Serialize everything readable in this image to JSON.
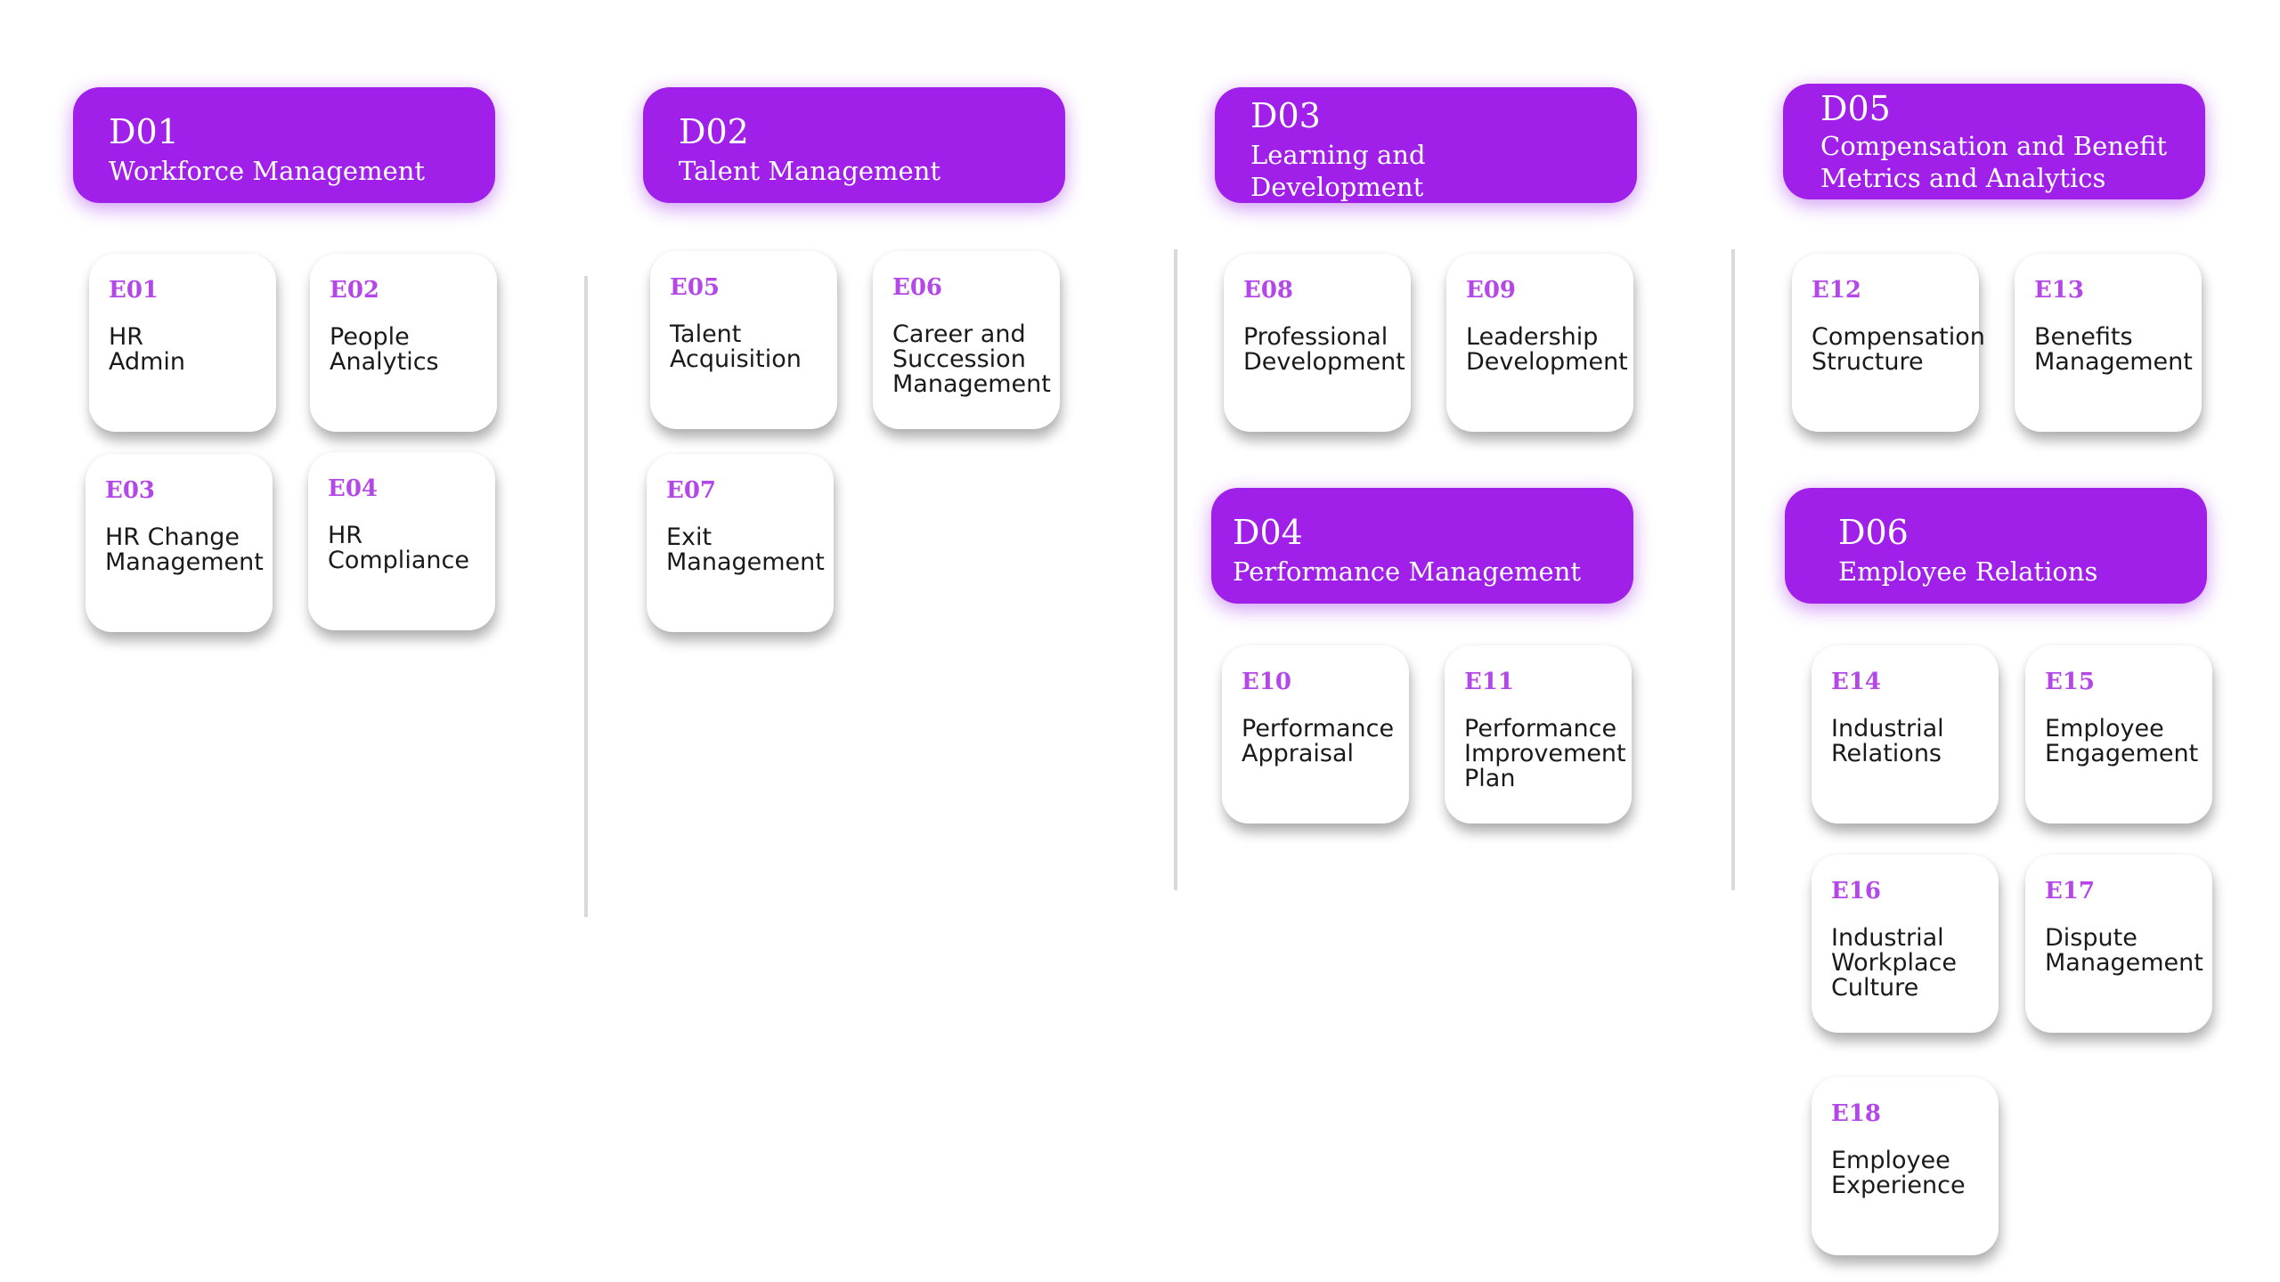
{
  "domains": [
    {
      "code": "D01",
      "title": "Workforce Management"
    },
    {
      "code": "D02",
      "title": "Talent Management"
    },
    {
      "code": "D03",
      "title": "Learning and Development"
    },
    {
      "code": "D04",
      "title": "Performance Management"
    },
    {
      "code": "D05",
      "title": "Compensation and Benefit\nMetrics and Analytics"
    },
    {
      "code": "D06",
      "title": "Employee Relations"
    }
  ],
  "elements": [
    {
      "code": "E01",
      "label": "HR\nAdmin"
    },
    {
      "code": "E02",
      "label": "People\nAnalytics"
    },
    {
      "code": "E03",
      "label": "HR Change\nManagement"
    },
    {
      "code": "E04",
      "label": "HR\nCompliance"
    },
    {
      "code": "E05",
      "label": "Talent\nAcquisition"
    },
    {
      "code": "E06",
      "label": "Career and\nSuccession\nManagement"
    },
    {
      "code": "E07",
      "label": "Exit\nManagement"
    },
    {
      "code": "E08",
      "label": "Professional\nDevelopment"
    },
    {
      "code": "E09",
      "label": "Leadership\nDevelopment"
    },
    {
      "code": "E10",
      "label": "Performance\nAppraisal"
    },
    {
      "code": "E11",
      "label": "Performance\nImprovement\nPlan"
    },
    {
      "code": "E12",
      "label": "Compensation\nStructure"
    },
    {
      "code": "E13",
      "label": "Benefits\nManagement"
    },
    {
      "code": "E14",
      "label": "Industrial\nRelations"
    },
    {
      "code": "E15",
      "label": "Employee\nEngagement"
    },
    {
      "code": "E16",
      "label": "Industrial\nWorkplace\nCulture"
    },
    {
      "code": "E17",
      "label": "Dispute\nManagement"
    },
    {
      "code": "E18",
      "label": "Employee\nExperience"
    }
  ],
  "colors": {
    "domain_fill": "#a020ea",
    "element_code": "#b447e8",
    "divider": "#d9d9d9"
  }
}
